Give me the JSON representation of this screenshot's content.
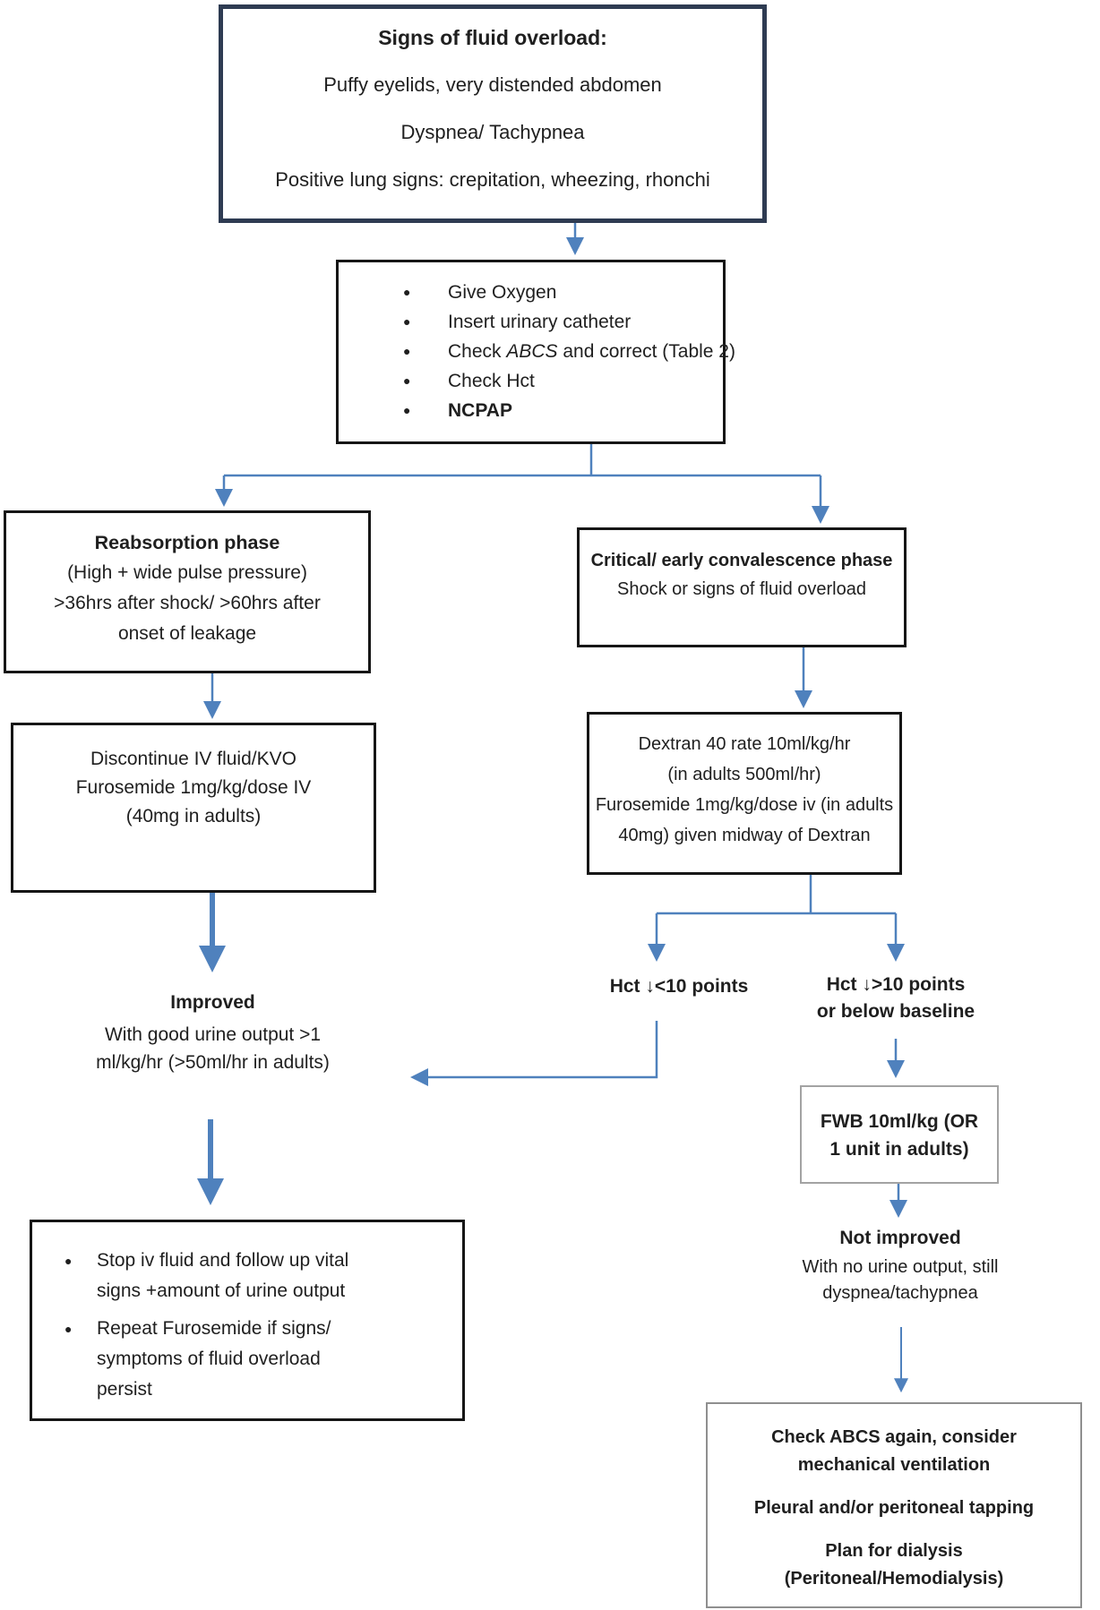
{
  "flowchart": {
    "signs_box": {
      "title": "Signs of fluid overload:",
      "line1": "Puffy eyelids, very distended abdomen",
      "line2": "Dyspnea/ Tachypnea",
      "line3": "Positive lung signs: crepitation, wheezing, rhonchi"
    },
    "actions_box": {
      "bullet_oxygen": "Give Oxygen",
      "bullet_catheter": "Insert urinary catheter",
      "bullet_abcs_pre": "Check ",
      "bullet_abcs_italic": "ABCS",
      "bullet_abcs_post": " and correct (Table 2)",
      "bullet_hct": "Check Hct",
      "bullet_ncpap": "NCPAP"
    },
    "reabsorption_box": {
      "title": "Reabsorption phase",
      "line1": "(High + wide pulse pressure)",
      "line2": ">36hrs after shock/ >60hrs after",
      "line3": "onset of leakage"
    },
    "critical_box": {
      "title": "Critical/ early convalescence phase",
      "line1": "Shock or signs of fluid overload"
    },
    "discontinue_box": {
      "line1": "Discontinue IV fluid/KVO",
      "line2": "Furosemide 1mg/kg/dose IV",
      "line3": "(40mg in adults)"
    },
    "dextran_box": {
      "line1": "Dextran 40 rate 10ml/kg/hr",
      "line2": "(in adults 500ml/hr)",
      "line3": "Furosemide 1mg/kg/dose iv (in adults",
      "line4": "40mg) given midway of Dextran"
    },
    "hct_low_label": "Hct ↓<10 points",
    "hct_high_label": {
      "line1": "Hct ↓>10 points",
      "line2": "or below baseline"
    },
    "improved": {
      "title": "Improved",
      "line1": "With good urine output >1",
      "line2": "ml/kg/hr (>50ml/hr in adults)"
    },
    "fwb_box": {
      "line1": "FWB 10ml/kg (OR",
      "line2": "1 unit in adults)"
    },
    "not_improved": {
      "title": "Not improved",
      "line1": "With no urine output, still",
      "line2": "dyspnea/tachypnea"
    },
    "stop_box": {
      "bullet1_line1": "Stop iv fluid and follow up vital",
      "bullet1_line2": "signs +amount of urine output",
      "bullet2_line1": "Repeat Furosemide if signs/",
      "bullet2_line2": "symptoms of fluid overload",
      "bullet2_line3": "persist"
    },
    "final_box": {
      "p1_line1": "Check ABCS again, consider",
      "p1_line2": "mechanical ventilation",
      "p2_line1": "Pleural and/or peritoneal tapping",
      "p3_line1": "Plan for dialysis",
      "p3_line2": "(Peritoneal/Hemodialysis)"
    }
  },
  "colors": {
    "arrow": "#4f81bd",
    "box_border": "#161616",
    "signs_border": "#2e3b52",
    "light_border": "#a3a3a3",
    "final_border": "#8f8f8f",
    "text": "#1f1f1f"
  }
}
